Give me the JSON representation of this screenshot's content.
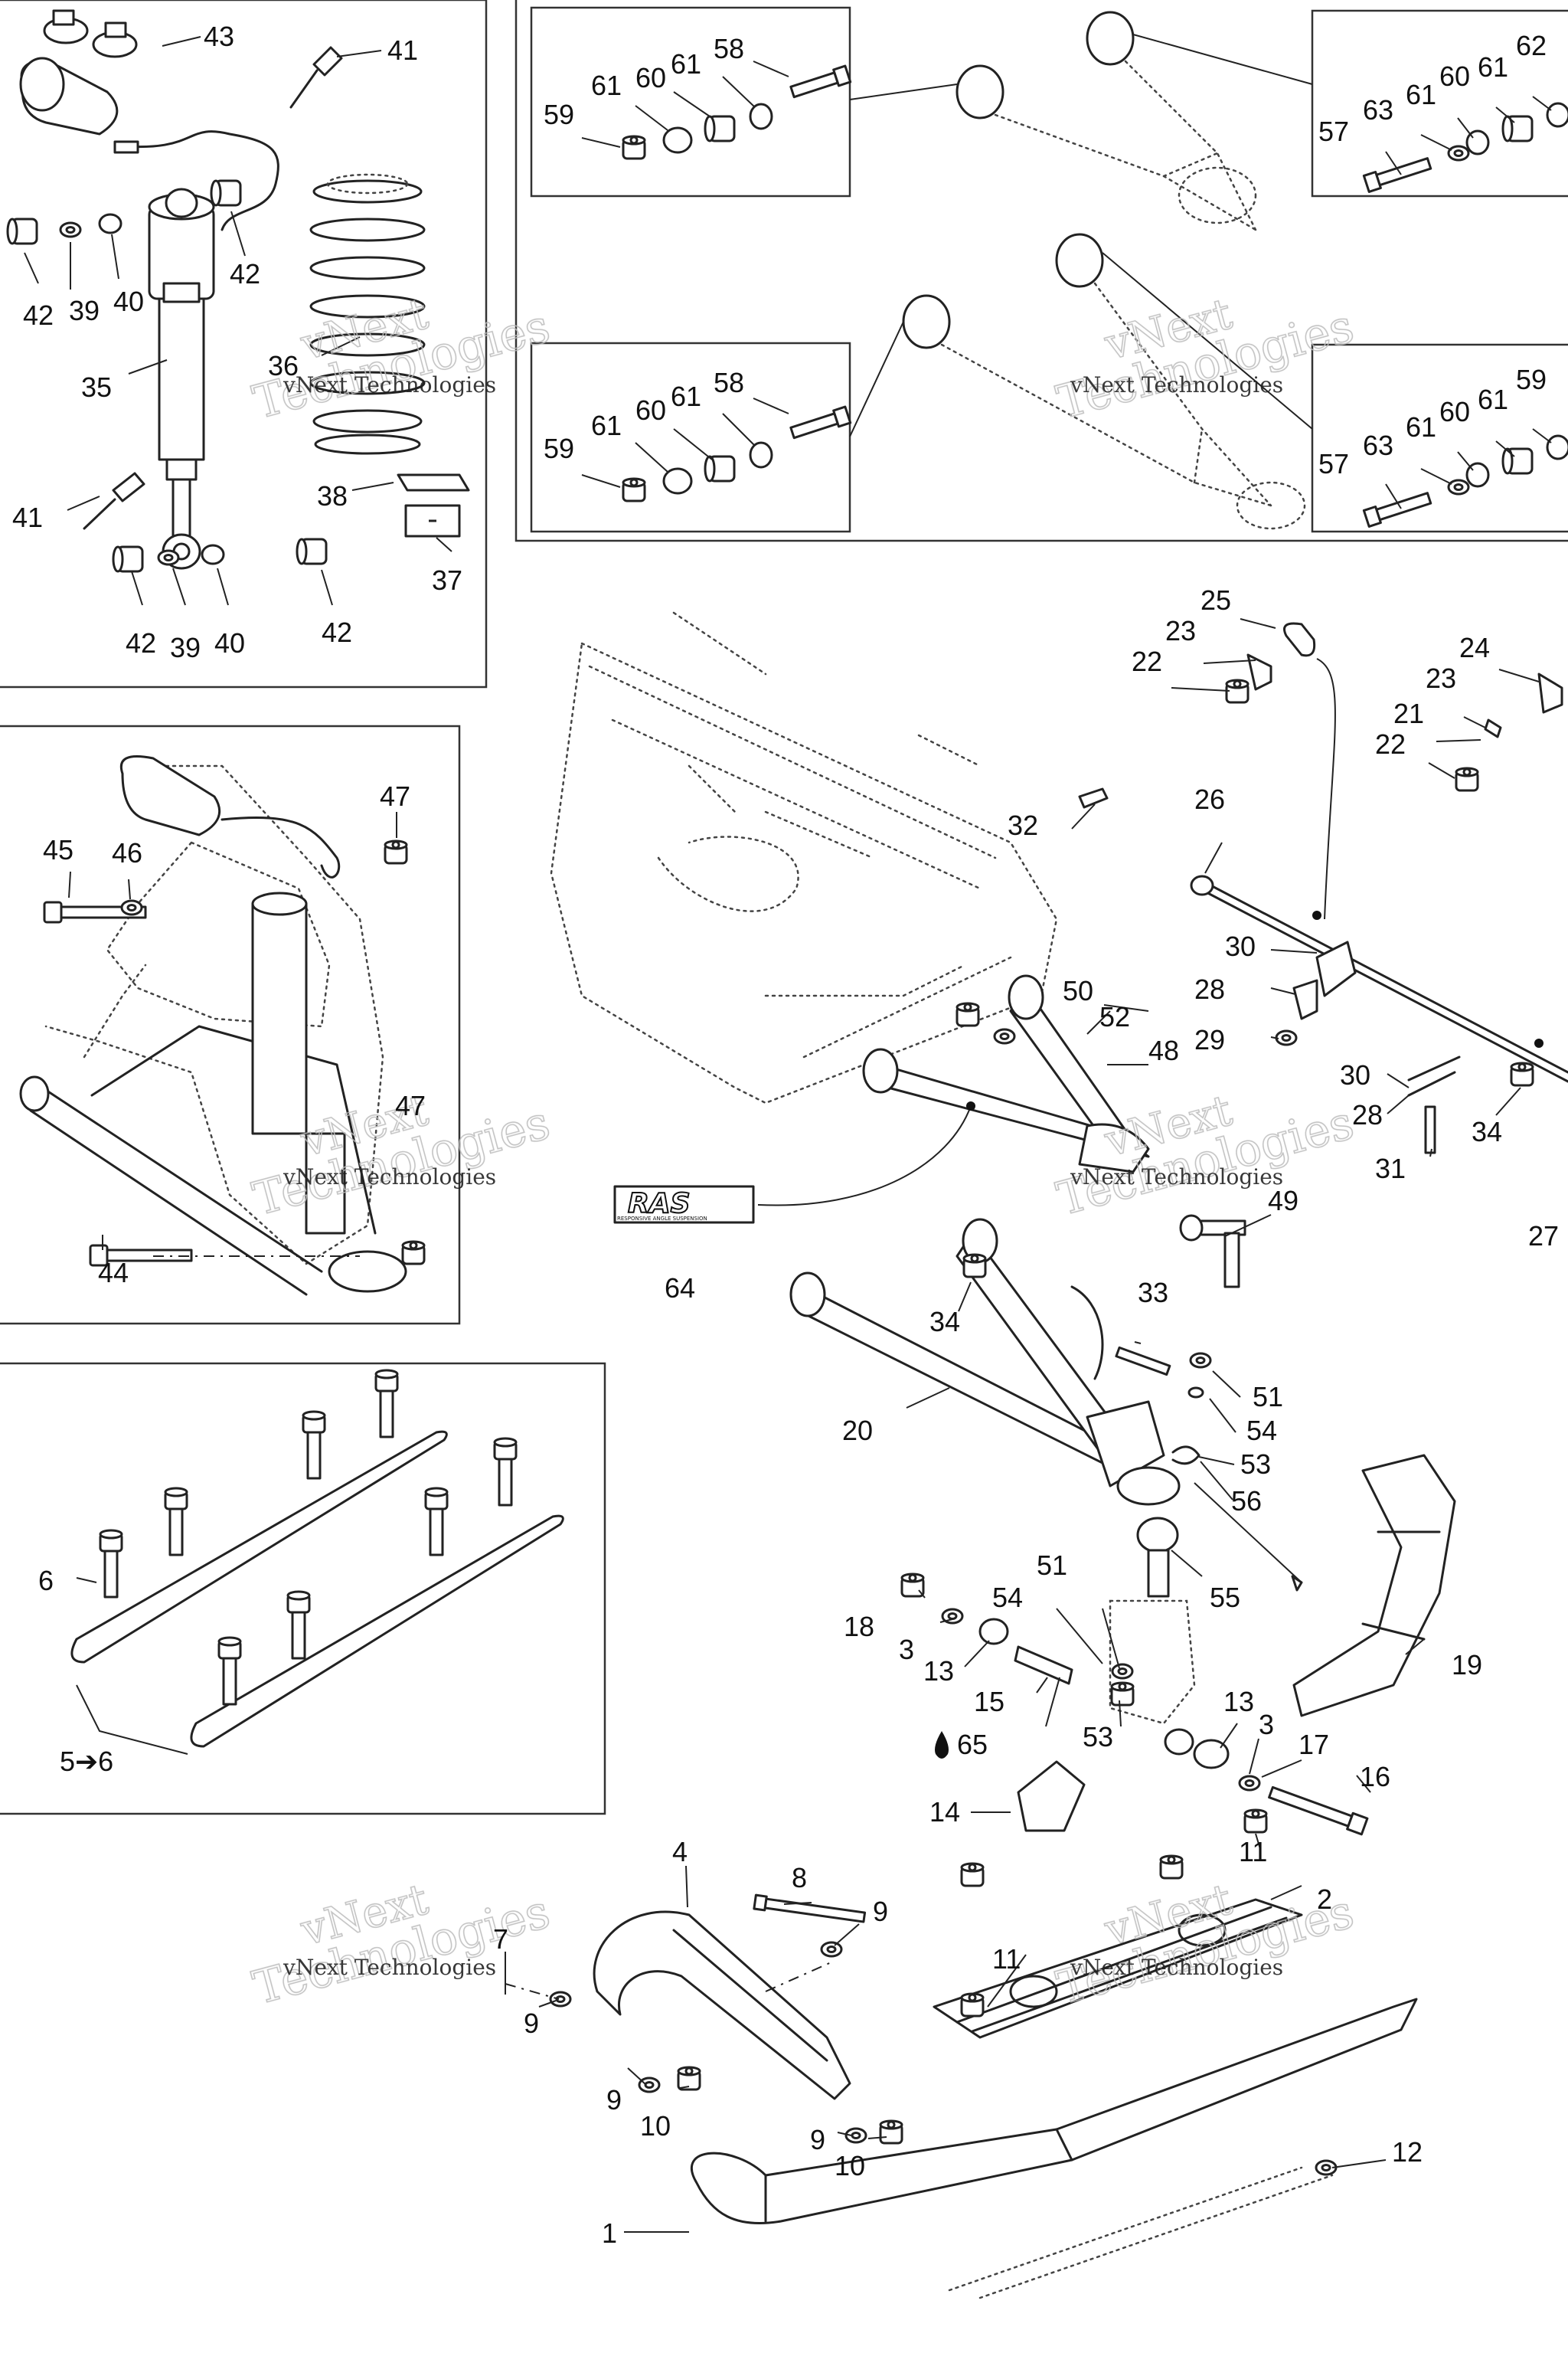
{
  "callouts": {
    "c1": "1",
    "c2": "2",
    "c3a": "3",
    "c3b": "3",
    "c4": "4",
    "c5to6": "5➔6",
    "c6": "6",
    "c7": "7",
    "c8": "8",
    "c9a": "9",
    "c9b": "9",
    "c9c": "9",
    "c9d": "9",
    "c10a": "10",
    "c10b": "10",
    "c11a": "11",
    "c11b": "11",
    "c12": "12",
    "c13a": "13",
    "c13b": "13",
    "c14": "14",
    "c15": "15",
    "c16": "16",
    "c17": "17",
    "c18": "18",
    "c19": "19",
    "c20": "20",
    "c21": "21",
    "c22a": "22",
    "c22b": "22",
    "c23a": "23",
    "c23b": "23",
    "c24": "24",
    "c25": "25",
    "c26": "26",
    "c27": "27",
    "c28a": "28",
    "c28b": "28",
    "c29": "29",
    "c30a": "30",
    "c30b": "30",
    "c31": "31",
    "c32": "32",
    "c33": "33",
    "c34a": "34",
    "c34b": "34",
    "c35": "35",
    "c36": "36",
    "c37": "37",
    "c38": "38",
    "c39a": "39",
    "c39b": "39",
    "c40a": "40",
    "c40b": "40",
    "c41a": "41",
    "c41b": "41",
    "c42a": "42",
    "c42b": "42",
    "c42c": "42",
    "c42d": "42",
    "c43": "43",
    "c44": "44",
    "c45": "45",
    "c46": "46",
    "c47a": "47",
    "c47b": "47",
    "c48": "48",
    "c49": "49",
    "c50": "50",
    "c51a": "51",
    "c51b": "51",
    "c52": "52",
    "c53a": "53",
    "c53b": "53",
    "c54a": "54",
    "c54b": "54",
    "c55": "55",
    "c56": "56",
    "c57a": "57",
    "c57b": "57",
    "c58a": "58",
    "c58b": "58",
    "c59a": "59",
    "c59b": "59",
    "c59c": "59",
    "c60a": "60",
    "c60b": "60",
    "c60c": "60",
    "c60d": "60",
    "c61a": "61",
    "c61b": "61",
    "c61c": "61",
    "c61d": "61",
    "c61e": "61",
    "c61f": "61",
    "c61g": "61",
    "c61h": "61",
    "c62": "62",
    "c63a": "63",
    "c63b": "63",
    "c64": "64",
    "c65": "65"
  },
  "drop_icon": "oil-drop-icon",
  "logo_text": "RAS",
  "logo_caption": "RESPONSIVE ANGLE SUSPENSION",
  "watermark": {
    "line1": "vNext",
    "line2": "Technologies",
    "small": "vNext Technologies"
  }
}
